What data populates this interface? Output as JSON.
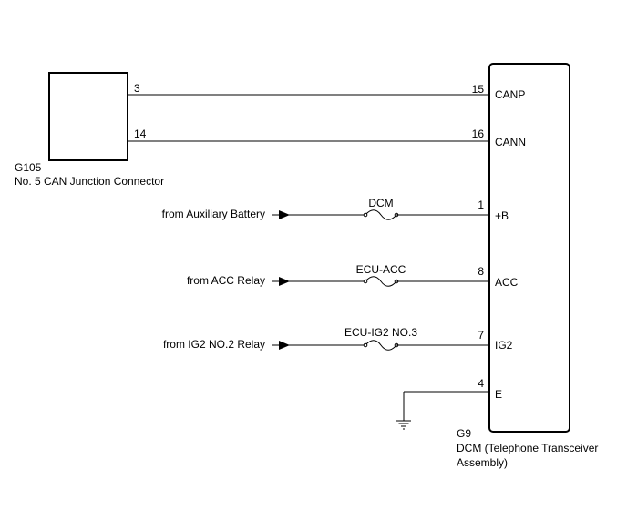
{
  "connector": {
    "code": "G105",
    "name": "No. 5 CAN Junction Connector",
    "pins": [
      "3",
      "14"
    ]
  },
  "ecu": {
    "code": "G9",
    "name_line1": "DCM (Telephone Transceiver",
    "name_line2": "Assembly)",
    "terminals": [
      {
        "pin": "15",
        "name": "CANP"
      },
      {
        "pin": "16",
        "name": "CANN"
      },
      {
        "pin": "1",
        "name": "+B"
      },
      {
        "pin": "8",
        "name": "ACC"
      },
      {
        "pin": "7",
        "name": "IG2"
      },
      {
        "pin": "4",
        "name": "E"
      }
    ]
  },
  "sources": [
    {
      "label": "from Auxiliary Battery",
      "fuse": "DCM"
    },
    {
      "label": "from ACC Relay",
      "fuse": "ECU-ACC"
    },
    {
      "label": "from IG2 NO.2 Relay",
      "fuse": "ECU-IG2 NO.3"
    }
  ]
}
